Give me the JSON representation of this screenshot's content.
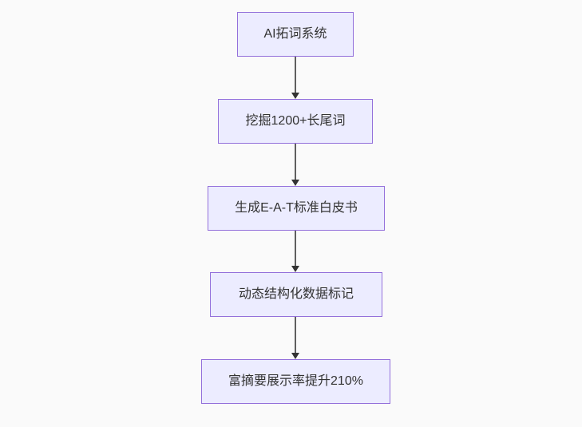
{
  "diagram": {
    "type": "flowchart",
    "direction": "top-to-bottom",
    "nodes": [
      {
        "id": "1",
        "label": "AI拓词系统"
      },
      {
        "id": "2",
        "label": "挖掘1200+长尾词"
      },
      {
        "id": "3",
        "label": "生成E-A-T标准白皮书"
      },
      {
        "id": "4",
        "label": "动态结构化数据标记"
      },
      {
        "id": "5",
        "label": "富摘要展示率提升210%"
      }
    ],
    "edges": [
      {
        "from": "1",
        "to": "2"
      },
      {
        "from": "2",
        "to": "3"
      },
      {
        "from": "3",
        "to": "4"
      },
      {
        "from": "4",
        "to": "5"
      }
    ],
    "colors": {
      "background": "#fafafa",
      "node_fill": "#ececff",
      "node_border": "#9370db",
      "edge_line": "#5f5f5f",
      "arrowhead": "#333333",
      "text": "#333333"
    }
  }
}
